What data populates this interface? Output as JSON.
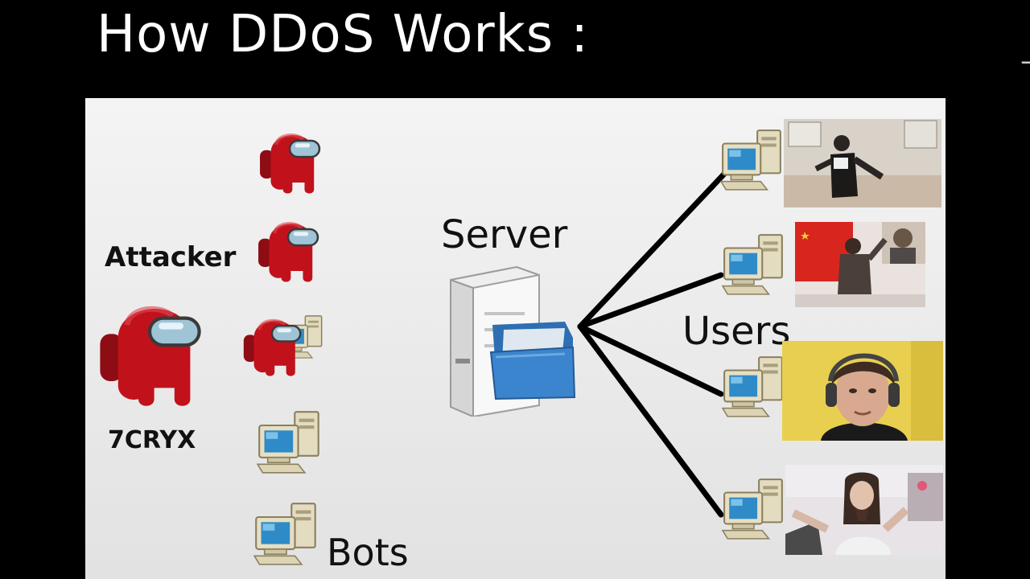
{
  "header": {
    "title": "How DDoS Works :"
  },
  "diagram": {
    "attacker_label": "Attacker",
    "attacker_name": "7CRYX",
    "server_label": "Server",
    "users_label": "Users",
    "bots_label": "Bots"
  },
  "colors": {
    "background": "#000000",
    "slide": "#efefef",
    "crewmate_red": "#c1121c",
    "visor": "#9fc4d6",
    "folder_blue": "#3b7fc4",
    "line": "#000000"
  },
  "icons": {
    "attacker": "red-crewmate-icon",
    "bot": "computer-icon",
    "server": "server-icon",
    "user": "computer-icon"
  }
}
